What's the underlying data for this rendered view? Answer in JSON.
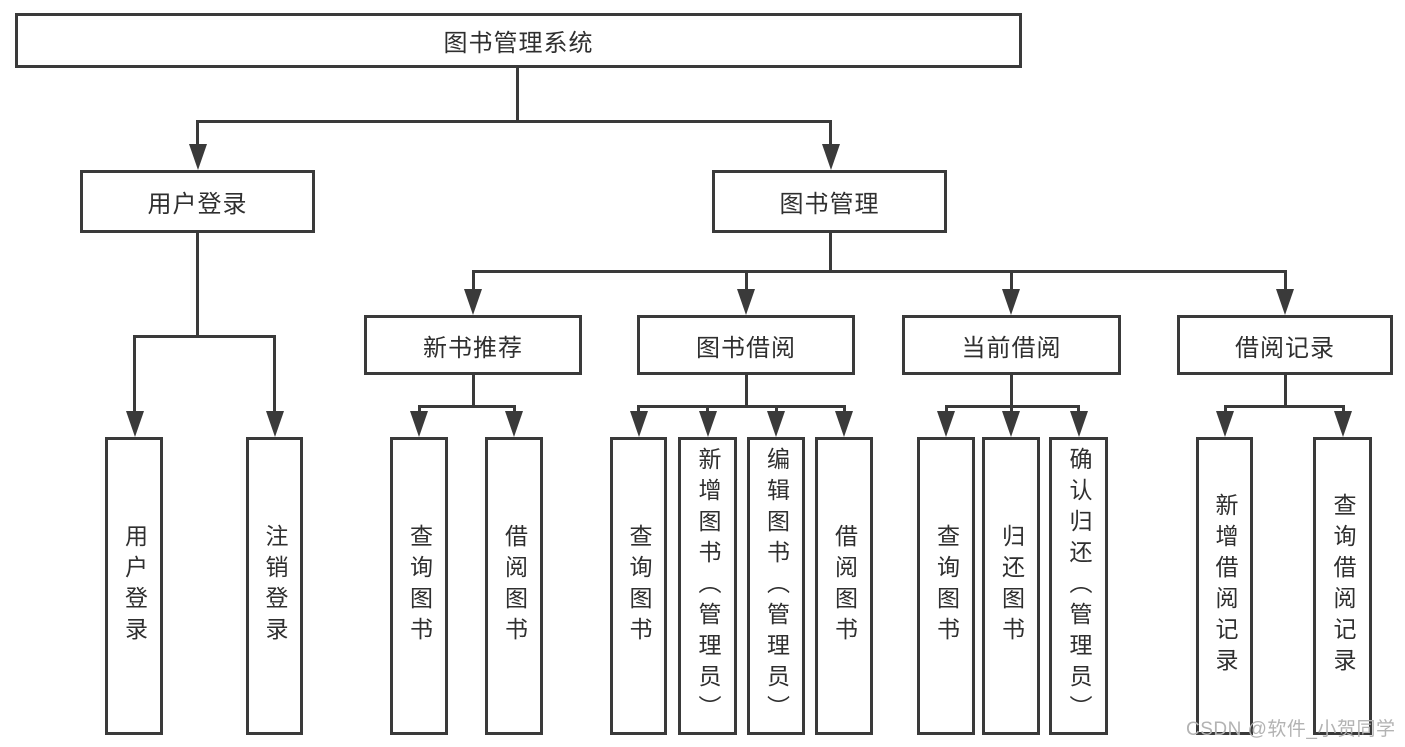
{
  "diagram": {
    "root": {
      "label": "图书管理系统"
    },
    "level2": {
      "user_login": {
        "label": "用户登录"
      },
      "book_mgmt": {
        "label": "图书管理"
      }
    },
    "level3": {
      "new_books": {
        "label": "新书推荐"
      },
      "book_borrow": {
        "label": "图书借阅"
      },
      "current_borrow": {
        "label": "当前借阅"
      },
      "borrow_records": {
        "label": "借阅记录"
      }
    },
    "leaves": {
      "user_login": [
        "用户登录",
        "注销登录"
      ],
      "new_books": [
        "查询图书",
        "借阅图书"
      ],
      "book_borrow": [
        "查询图书",
        "新增图书（管理员）",
        "编辑图书（管理员）",
        "借阅图书"
      ],
      "current_borrow": [
        "查询图书",
        "归还图书",
        "确认归还（管理员）"
      ],
      "borrow_records": [
        "新增借阅记录",
        "查询借阅记录"
      ]
    }
  },
  "watermark": "CSDN @软件_小贺同学",
  "colors": {
    "line": "#3a3a3a",
    "text": "#2f2f2f",
    "watermark": "#b3b3b3",
    "background": "#ffffff"
  }
}
